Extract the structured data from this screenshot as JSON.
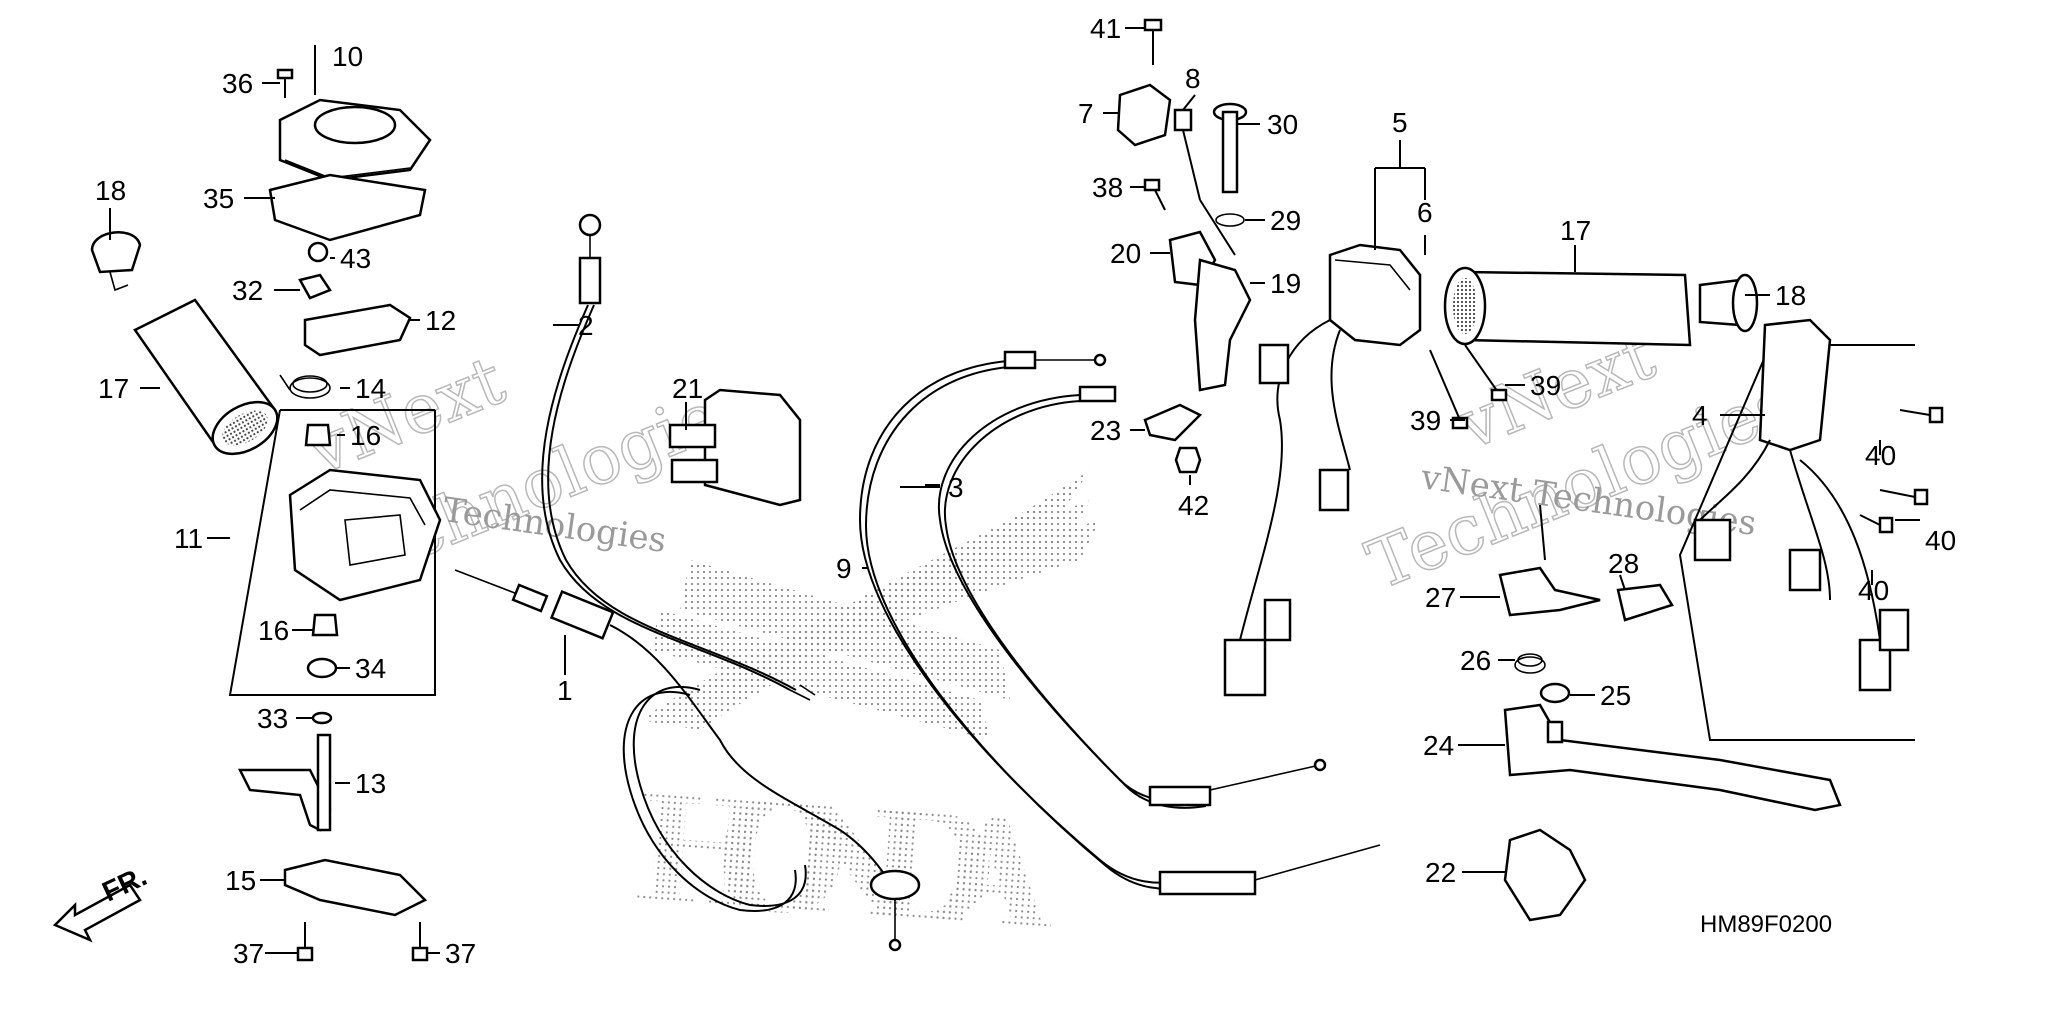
{
  "diagram": {
    "code": "HM89F0200",
    "front_marker": "FR.",
    "watermark": {
      "line1": "vNext",
      "line2": "Technologies",
      "small_left": "vNext Technologies",
      "small_right": "vNext Technologies"
    },
    "logo_text": "HONDA",
    "callouts": [
      "1",
      "2",
      "3",
      "4",
      "5",
      "6",
      "7",
      "8",
      "9",
      "10",
      "11",
      "12",
      "13",
      "14",
      "15",
      "16",
      "16",
      "17",
      "17",
      "18",
      "18",
      "19",
      "20",
      "21",
      "22",
      "23",
      "24",
      "25",
      "26",
      "27",
      "28",
      "29",
      "30",
      "32",
      "33",
      "34",
      "35",
      "36",
      "37",
      "37",
      "38",
      "39",
      "39",
      "40",
      "40",
      "40",
      "41",
      "42",
      "43"
    ]
  }
}
